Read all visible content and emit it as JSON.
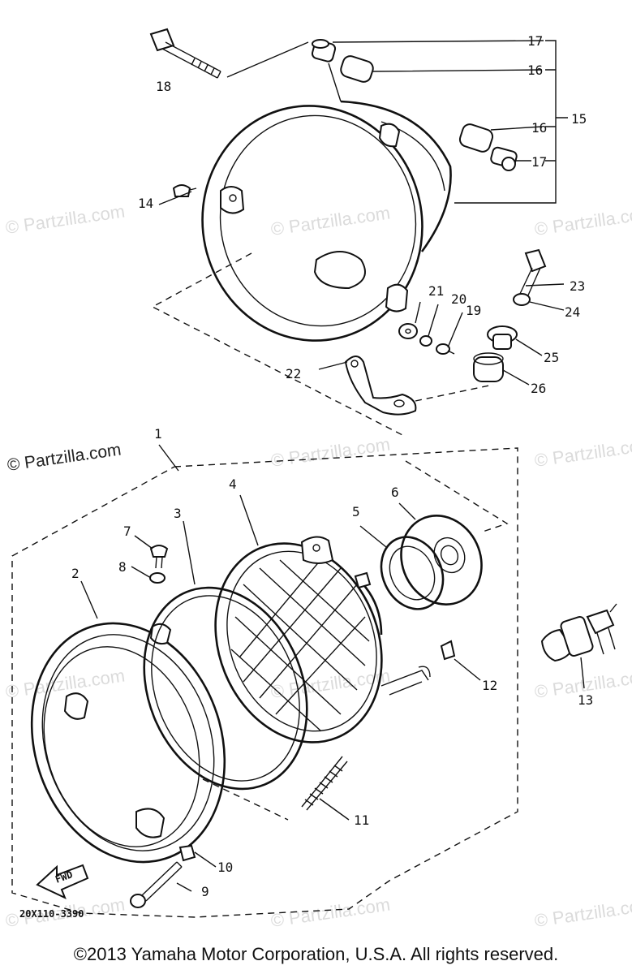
{
  "callouts": [
    {
      "id": "c1",
      "text": "1"
    },
    {
      "id": "c2",
      "text": "2"
    },
    {
      "id": "c3",
      "text": "3"
    },
    {
      "id": "c4",
      "text": "4"
    },
    {
      "id": "c5",
      "text": "5"
    },
    {
      "id": "c6",
      "text": "6"
    },
    {
      "id": "c7",
      "text": "7"
    },
    {
      "id": "c8",
      "text": "8"
    },
    {
      "id": "c9",
      "text": "9"
    },
    {
      "id": "c10",
      "text": "10"
    },
    {
      "id": "c11",
      "text": "11"
    },
    {
      "id": "c12",
      "text": "12"
    },
    {
      "id": "c13",
      "text": "13"
    },
    {
      "id": "c14",
      "text": "14"
    },
    {
      "id": "c15",
      "text": "15"
    },
    {
      "id": "c16a",
      "text": "16"
    },
    {
      "id": "c16b",
      "text": "16"
    },
    {
      "id": "c17a",
      "text": "17"
    },
    {
      "id": "c17b",
      "text": "17"
    },
    {
      "id": "c18",
      "text": "18"
    },
    {
      "id": "c19",
      "text": "19"
    },
    {
      "id": "c20",
      "text": "20"
    },
    {
      "id": "c21",
      "text": "21"
    },
    {
      "id": "c22",
      "text": "22"
    },
    {
      "id": "c23",
      "text": "23"
    },
    {
      "id": "c24",
      "text": "24"
    },
    {
      "id": "c25",
      "text": "25"
    },
    {
      "id": "c26",
      "text": "26"
    }
  ],
  "watermark": "© Partzilla.com",
  "diagram_code": "20X110-3390",
  "fwd_label": "FWD",
  "copyright": "©2013 Yamaha Motor Corporation, U.S.A. All rights reserved."
}
